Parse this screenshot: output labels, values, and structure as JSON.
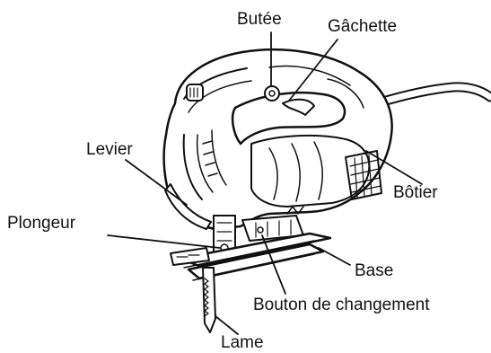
{
  "diagram": {
    "labels": {
      "butee": "Butée",
      "gachette": "Gâchette",
      "levier": "Levier",
      "botier": "Bôtier",
      "plongeur": "Plongeur",
      "base": "Base",
      "bouton": "Bouton de changement",
      "lame": "Lame"
    }
  }
}
